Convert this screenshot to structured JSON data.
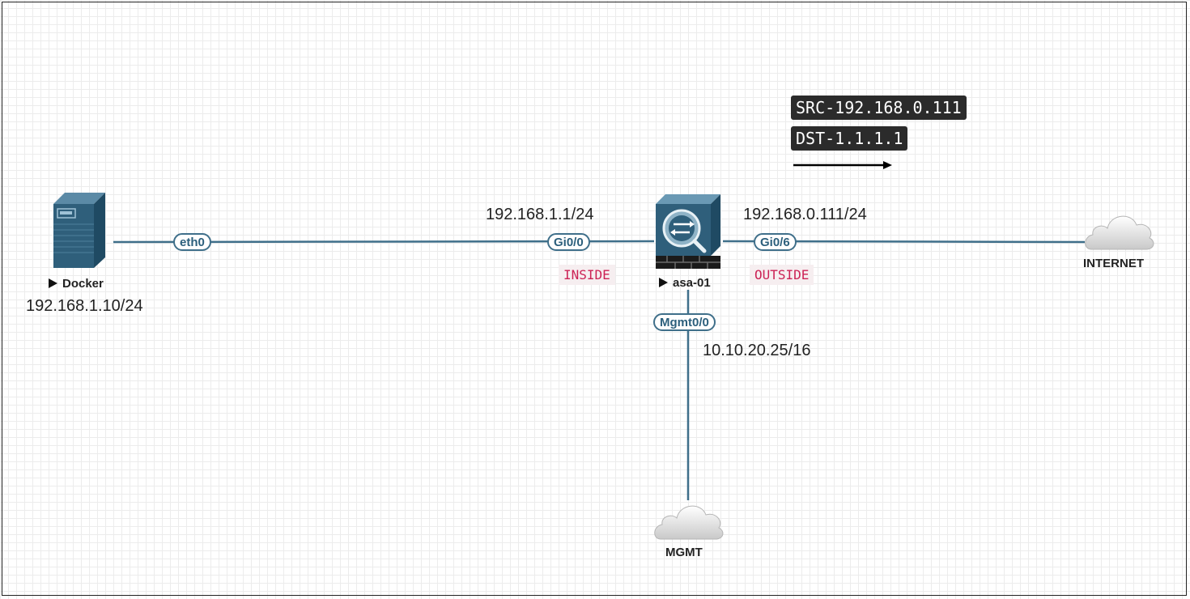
{
  "nodes": {
    "docker": {
      "name": "Docker",
      "ip": "192.168.1.10/24"
    },
    "asa": {
      "name": "asa-01"
    },
    "internet": {
      "name": "INTERNET"
    },
    "mgmt": {
      "name": "MGMT"
    }
  },
  "interfaces": {
    "docker_eth0": {
      "label": "eth0"
    },
    "asa_inside": {
      "label": "Gi0/0",
      "ip": "192.168.1.1/24",
      "zone": "INSIDE"
    },
    "asa_outside": {
      "label": "Gi0/6",
      "ip": "192.168.0.111/24",
      "zone": "OUTSIDE"
    },
    "asa_mgmt": {
      "label": "Mgmt0/0",
      "ip": "10.10.20.25/16"
    }
  },
  "annotation": {
    "src": "SRC-192.168.0.111",
    "dst": "DST-1.1.1.1"
  },
  "colors": {
    "link": "#3f6f8a",
    "port_border": "#3f6f8a",
    "zone_text": "#cc2255",
    "device": "#2f5b75"
  }
}
